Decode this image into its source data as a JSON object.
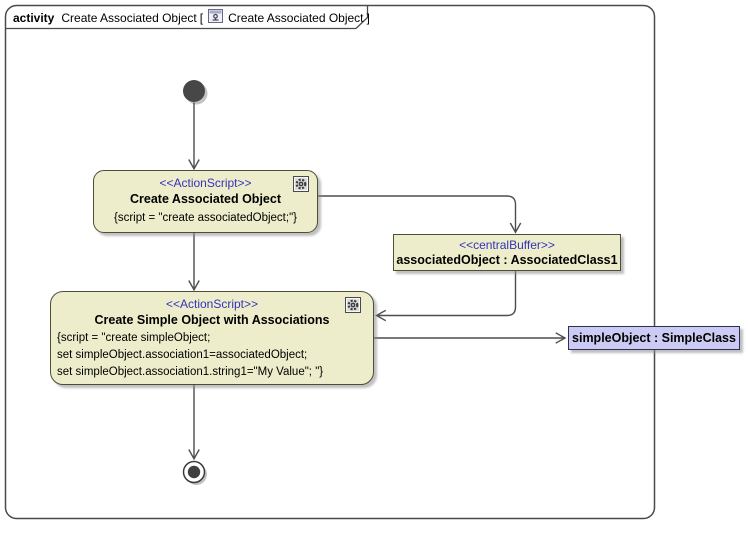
{
  "frame": {
    "kind": "activity",
    "name": "Create Associated Object",
    "open_bracket": "[",
    "diagram_name": "Create Associated Object",
    "close_bracket": "]"
  },
  "nodes": {
    "create_associated_object": {
      "stereotype": "<<ActionScript>>",
      "name": "Create Associated Object",
      "script": "{script = \"create associatedObject;\"}"
    },
    "create_simple_object": {
      "stereotype": "<<ActionScript>>",
      "name": "Create Simple Object with Associations",
      "script_lines": [
        "{script = \"create simpleObject;",
        "set simpleObject.association1=associatedObject;",
        "set simpleObject.association1.string1=\"My Value\"; \"}"
      ]
    },
    "central_buffer": {
      "stereotype": "<<centralBuffer>>",
      "name": "associatedObject : AssociatedClass1"
    },
    "simple_object": {
      "name": "simpleObject : SimpleClass"
    }
  },
  "colors": {
    "node_fill": "#EDEDCB",
    "node_border": "#4E4E38",
    "stereotype_text": "#3333BB",
    "object_fill": "#CBCBF3",
    "object_border": "#2E2E5A",
    "edge": "#4D4D4D"
  }
}
